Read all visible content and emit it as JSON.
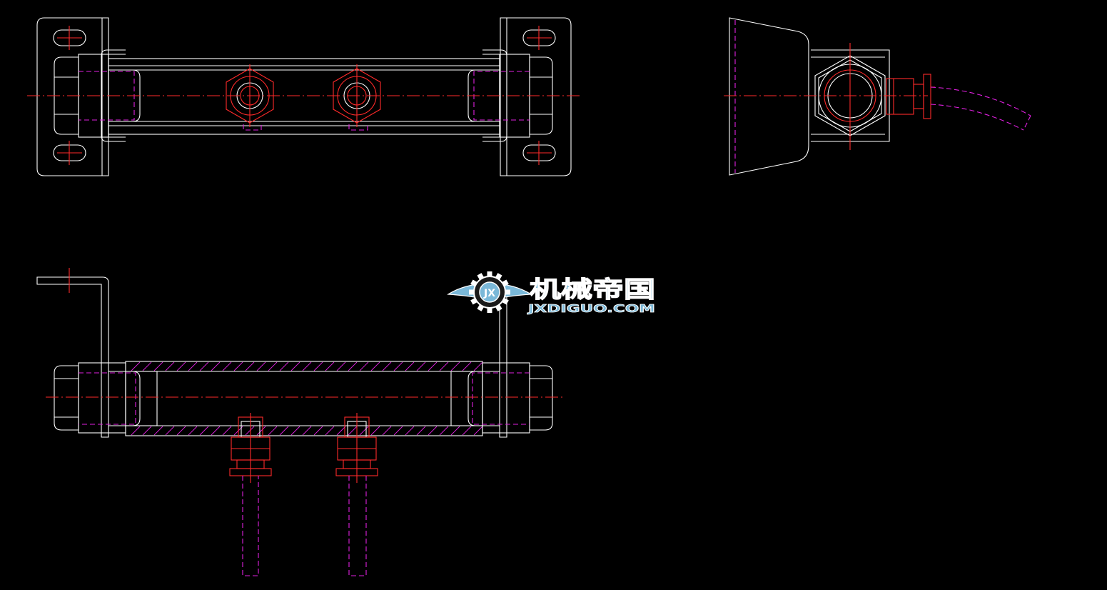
{
  "watermark": {
    "brand_cn": "机械帝国",
    "domain_text": "JXDIGUO.COM",
    "emblem_text": "JX"
  },
  "colors": {
    "background": "#000000",
    "outline": "#ffffff",
    "centerline": "#ff2a2a",
    "hidden_line": "#e020e0",
    "watermark_fill": "#7ab8d8",
    "watermark_stroke": "#ffffff"
  }
}
